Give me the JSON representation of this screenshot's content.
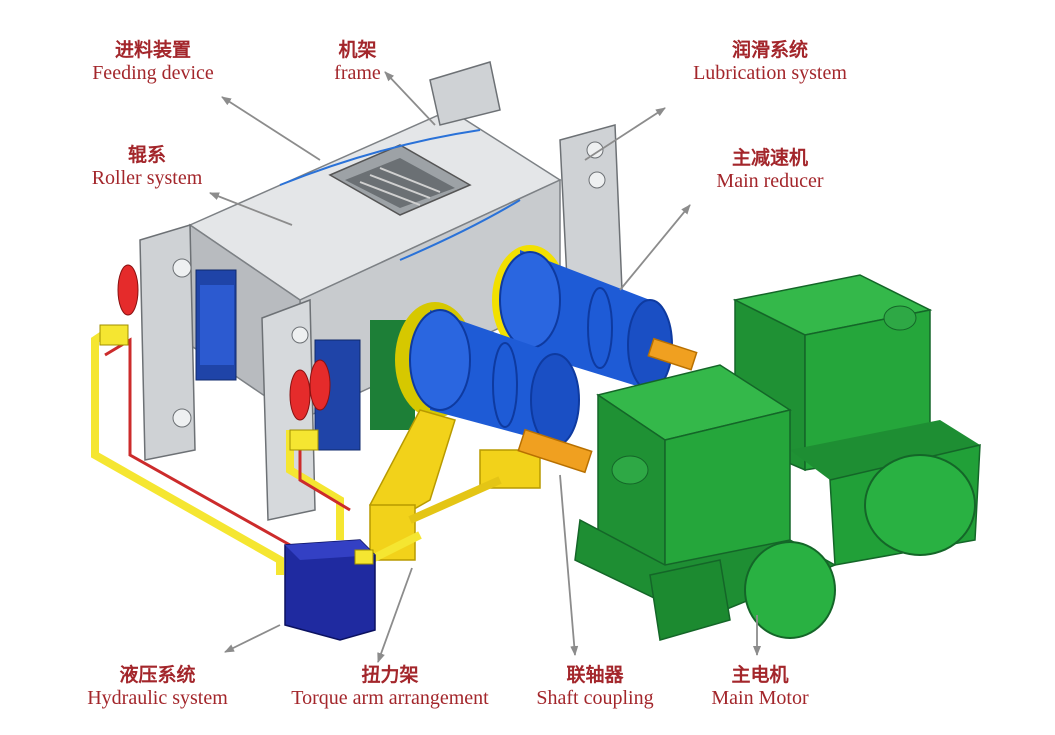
{
  "colors": {
    "label": "#a3262b",
    "frame": "#d4d7d9",
    "reducer": "#1e5bd6",
    "motor": "#23a13a",
    "hydraulic_pipe": "#f5e631",
    "hydraulic_tank": "#1f2aa0",
    "accumulator": "#e52b2b",
    "arrow": "#8c8c8c"
  },
  "icons": [
    "machine-illustration"
  ],
  "labels": {
    "feeding": {
      "cn": "进料装置",
      "en": "Feeding device"
    },
    "frame": {
      "cn": "机架",
      "en": "frame"
    },
    "lubrication": {
      "cn": "润滑系统",
      "en": "Lubrication system"
    },
    "roller": {
      "cn": "辊系",
      "en": "Roller system"
    },
    "reducer": {
      "cn": "主减速机",
      "en": "Main reducer"
    },
    "hydraulic": {
      "cn": "液压系统",
      "en": "Hydraulic system"
    },
    "torque": {
      "cn": "扭力架",
      "en": "Torque arm arrangement"
    },
    "coupling": {
      "cn": "联轴器",
      "en": "Shaft coupling"
    },
    "motor": {
      "cn": "主电机",
      "en": "Main Motor"
    }
  }
}
